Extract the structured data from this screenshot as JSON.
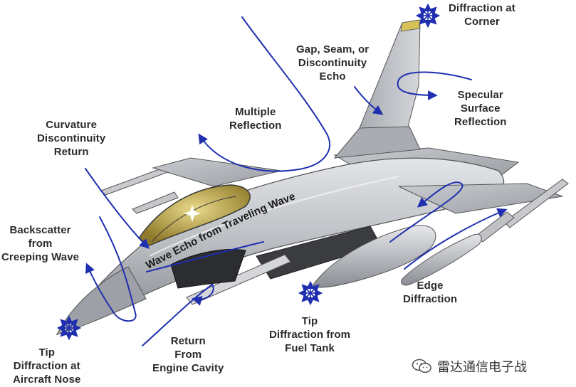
{
  "labels": {
    "diffraction_corner": [
      "Diffraction at",
      "Corner"
    ],
    "gap_seam": [
      "Gap, Seam, or",
      "Discontinuity",
      "Echo"
    ],
    "specular": [
      "Specular",
      "Surface",
      "Reflection"
    ],
    "multiple": [
      "Multiple",
      "Reflection"
    ],
    "curvature": [
      "Curvature",
      "Discontinuity",
      "Return"
    ],
    "backscatter": [
      "Backscatter",
      "from",
      "Creeping Wave"
    ],
    "wave_echo": "Wave Echo from Traveling Wave",
    "edge": [
      "Edge",
      "Diffraction"
    ],
    "tip_fuel": [
      "Tip",
      "Diffraction from",
      "Fuel Tank"
    ],
    "return_engine": [
      "Return",
      "From",
      "Engine Cavity"
    ],
    "tip_nose": [
      "Tip",
      "Diffraction at",
      "Aircraft Nose"
    ]
  },
  "watermark": {
    "text": "雷达通信电子战",
    "icon": "wechat-logo-icon"
  },
  "colors": {
    "arrow": "#1f2fb0",
    "label": "#2a2a2a",
    "fuselage": "#b9bcc1",
    "fuselage_dark": "#8d9096",
    "fuselage_light": "#dfe1e4",
    "canopy": "#d1b44a",
    "intake": "#2b2d31"
  }
}
